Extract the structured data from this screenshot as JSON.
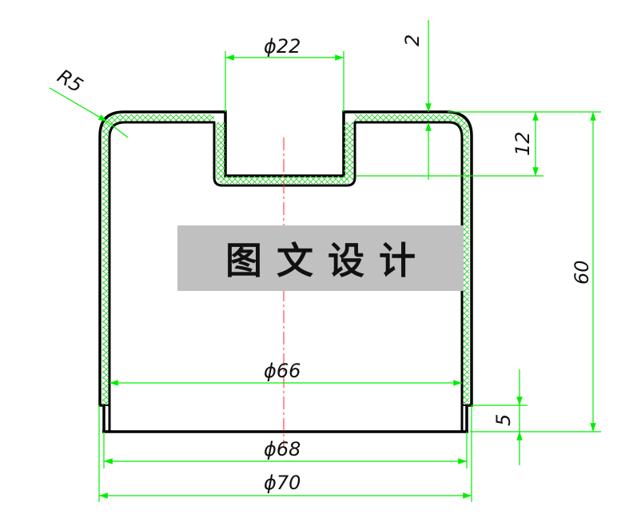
{
  "diagram": {
    "dimensions": {
      "d22": "ϕ22",
      "r5": "R5",
      "t2": "2",
      "h12": "12",
      "h60": "60",
      "h5": "5",
      "d66": "ϕ66",
      "d68": "ϕ68",
      "d70": "ϕ70"
    },
    "watermark": "图文设计",
    "colors": {
      "dimension": "#00ee00",
      "outline": "#000000",
      "hatch": "#00cc00",
      "centerline": "#ff0000",
      "watermark_bg": "#c0c0c0"
    }
  }
}
